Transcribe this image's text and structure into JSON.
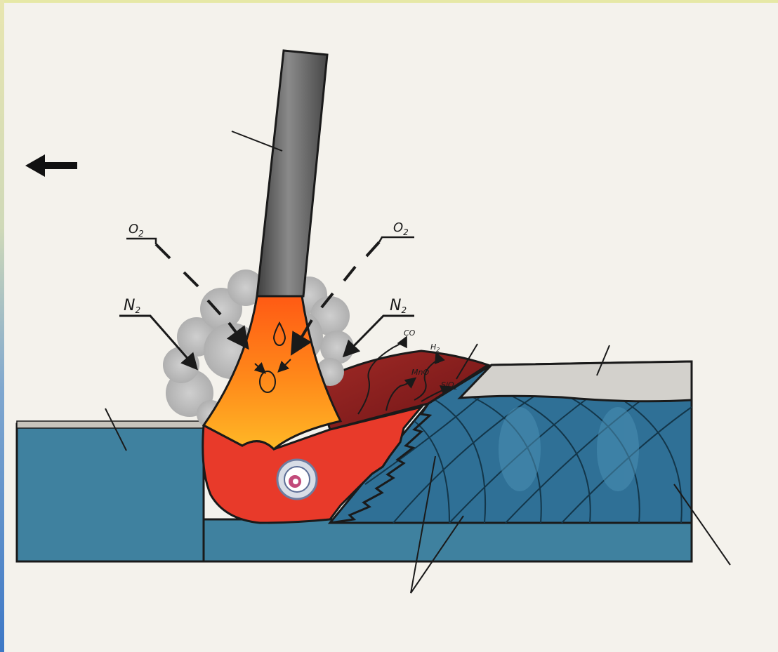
{
  "labels": {
    "oxygen_left": "O",
    "oxygen_left_sub": "2",
    "oxygen_right": "O",
    "oxygen_right_sub": "2",
    "nitrogen_left": "N",
    "nitrogen_left_sub": "2",
    "nitrogen_right": "N",
    "nitrogen_right_sub": "2",
    "co": "CO",
    "h2": "H",
    "h2_sub": "2",
    "mno": "MnO",
    "sio": "SiO",
    "sio_sub": "2"
  },
  "colors": {
    "base_metal": "#3e7f9c",
    "weld_bead": "#2f6f93",
    "molten_pool": "#e8392b",
    "slag_liquid": "#8b1a1c",
    "slag_solid": "#d3d1cc",
    "arc_gradient_top": "#ff6a1a",
    "arc_gradient_bottom": "#ffb41a",
    "electrode": "#5d5d5d",
    "smoke": "#bdbdbd"
  },
  "direction_arrow": "left-arrow"
}
